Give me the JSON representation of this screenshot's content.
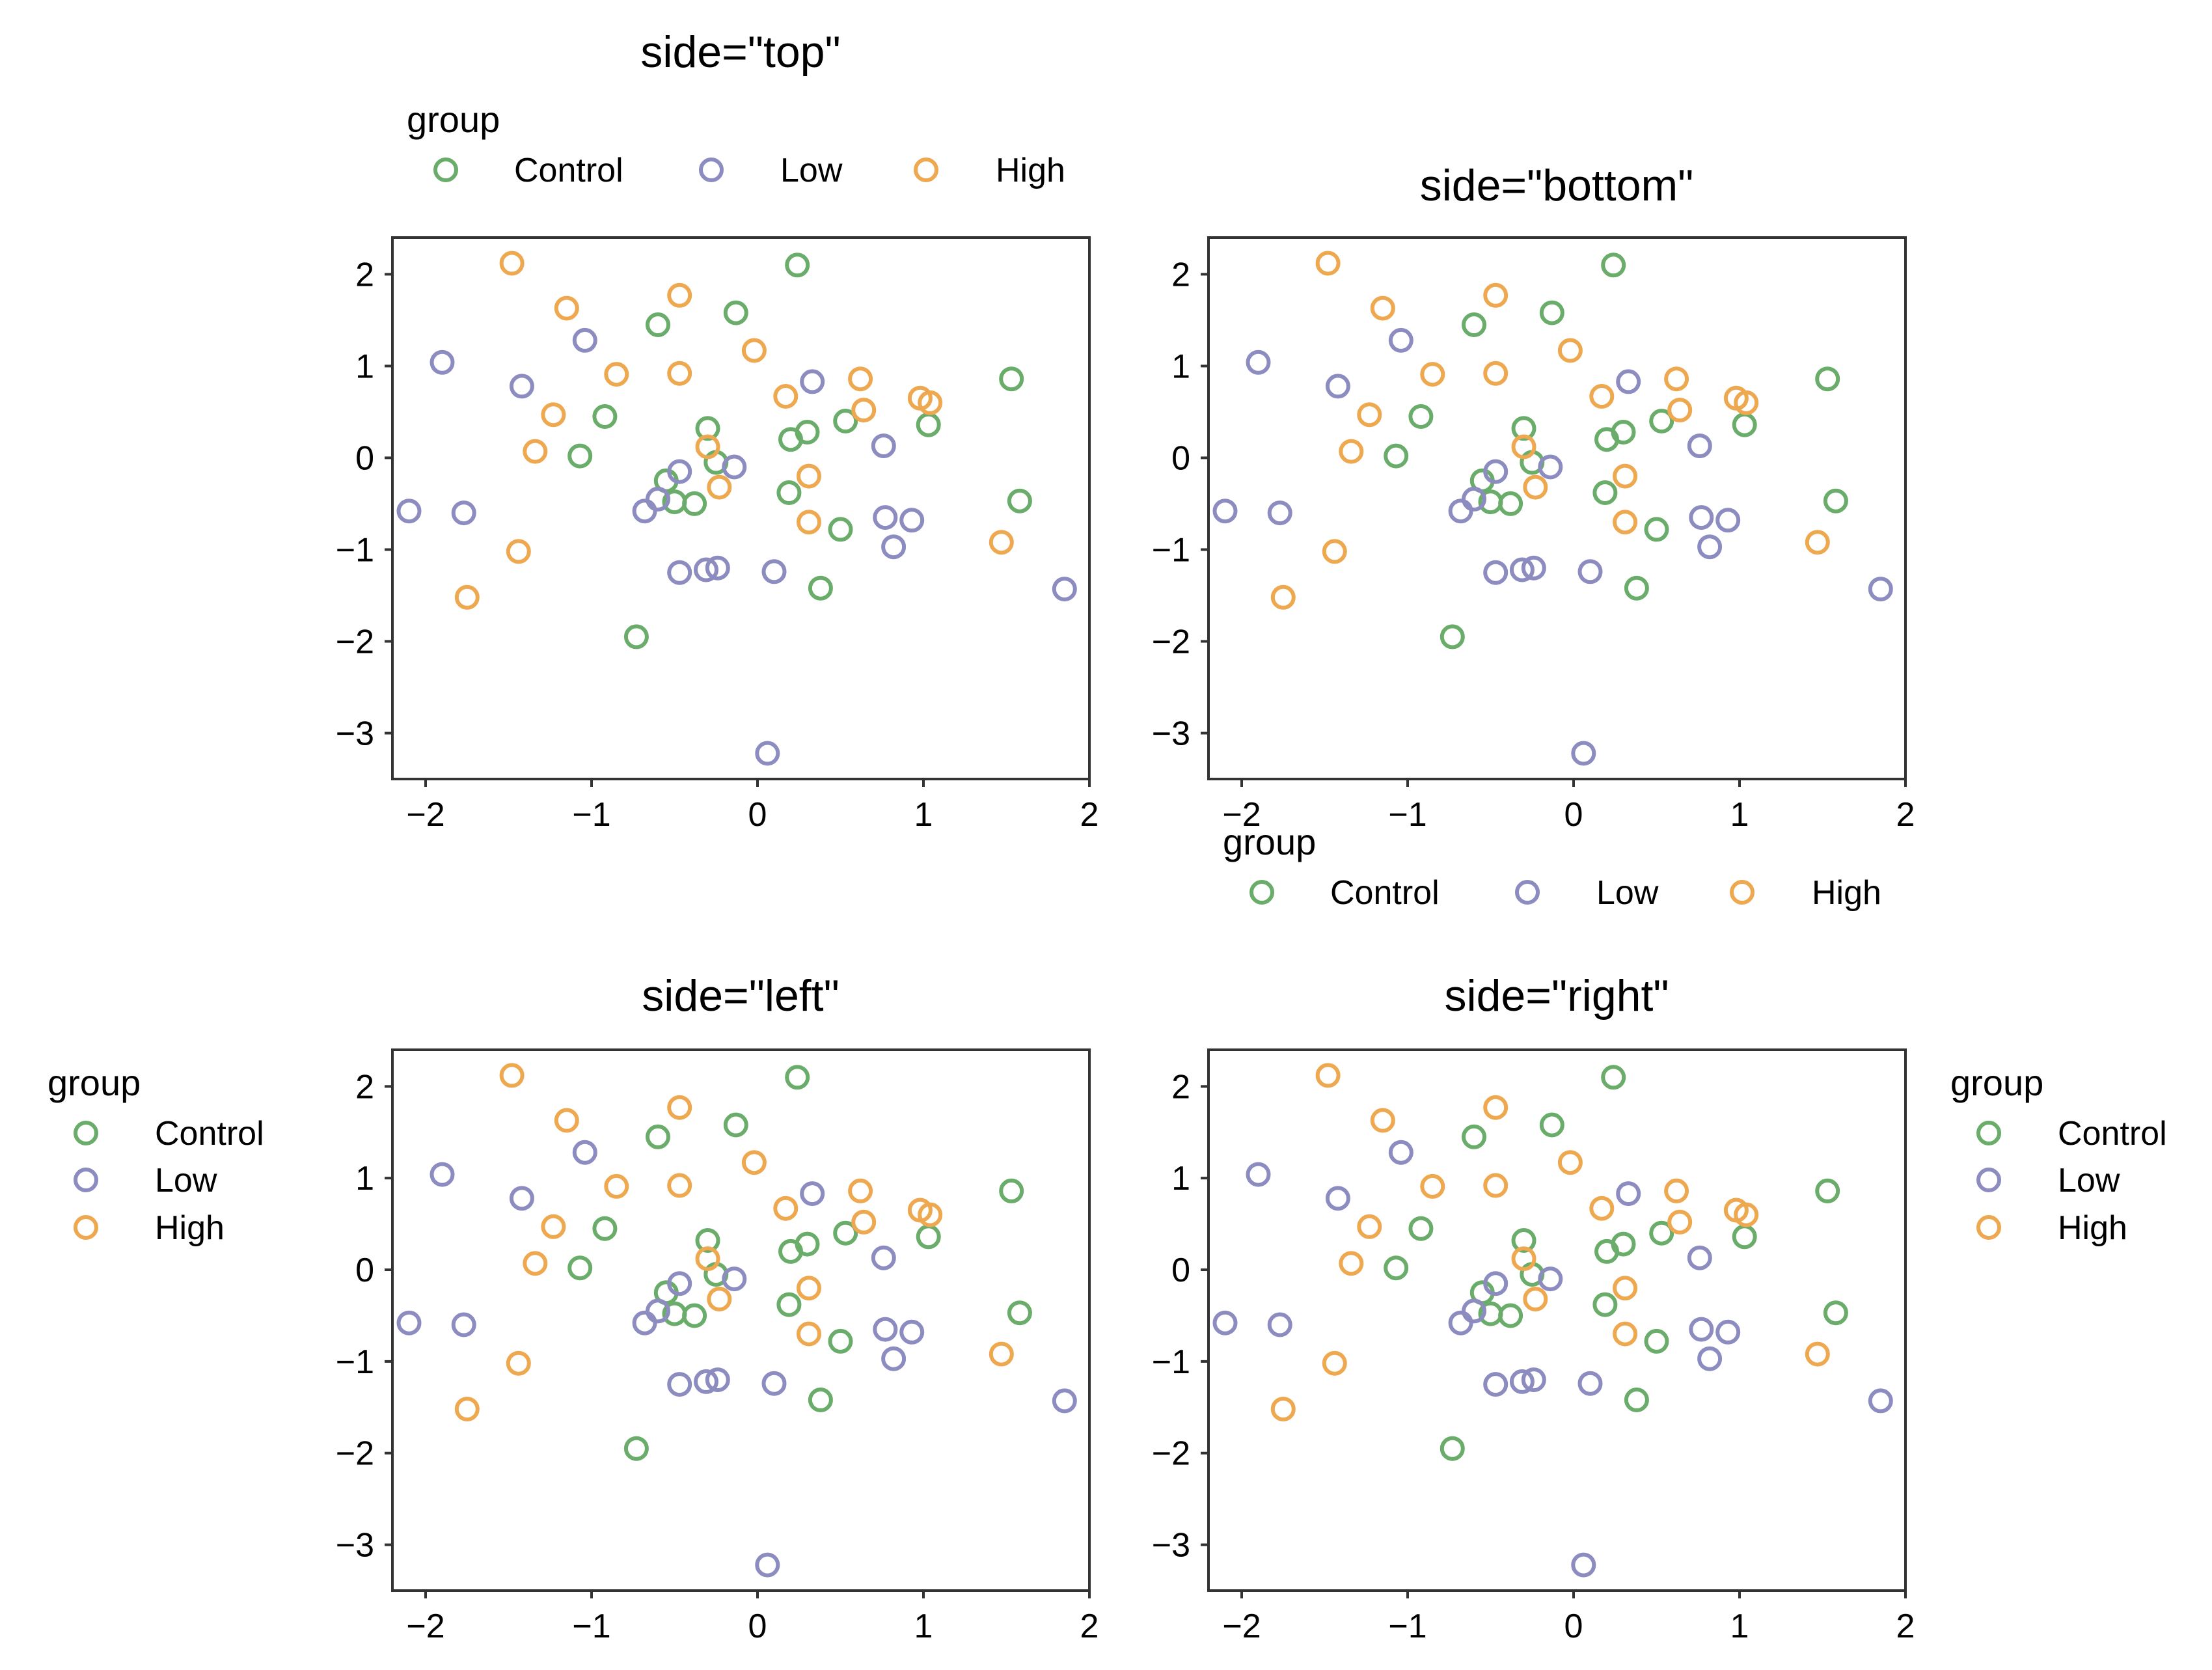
{
  "chart_data": {
    "type": "scatter",
    "xlim": [
      -2.2,
      2.0
    ],
    "ylim": [
      -3.5,
      2.4
    ],
    "xticks": [
      -2,
      -1,
      0,
      1,
      2
    ],
    "yticks": [
      -3,
      -2,
      -1,
      0,
      1,
      2
    ],
    "xtick_labels": [
      "−2",
      "−1",
      "0",
      "1",
      "2"
    ],
    "ytick_labels": [
      "−3",
      "−2",
      "−1",
      "0",
      "1",
      "2"
    ],
    "grid": false,
    "marker": "open circle",
    "legend": {
      "title": "group",
      "entries": [
        "Control",
        "Low",
        "High"
      ]
    },
    "series": [
      {
        "name": "Control",
        "color": "#6aac6a",
        "x": [
          0.24,
          -0.6,
          -0.13,
          1.53,
          -0.92,
          -0.3,
          0.2,
          0.3,
          0.53,
          1.03,
          -1.07,
          -0.25,
          -0.55,
          -0.5,
          -0.38,
          0.19,
          1.58,
          0.5,
          0.38,
          -0.73
        ],
        "y": [
          2.1,
          1.45,
          1.58,
          0.86,
          0.45,
          0.32,
          0.2,
          0.28,
          0.4,
          0.36,
          0.02,
          -0.05,
          -0.25,
          -0.48,
          -0.5,
          -0.38,
          -0.47,
          -0.78,
          -1.42,
          -1.95
        ]
      },
      {
        "name": "Low",
        "color": "#8c8cc0",
        "x": [
          -1.9,
          -1.04,
          -1.42,
          0.33,
          0.76,
          -0.47,
          -0.14,
          -0.68,
          -0.6,
          -2.1,
          -1.77,
          0.77,
          0.93,
          0.82,
          -0.47,
          -0.31,
          -0.24,
          0.1,
          1.85,
          0.06
        ],
        "y": [
          1.04,
          1.28,
          0.78,
          0.83,
          0.13,
          -0.15,
          -0.1,
          -0.58,
          -0.45,
          -0.58,
          -0.6,
          -0.65,
          -0.68,
          -0.97,
          -1.25,
          -1.22,
          -1.2,
          -1.24,
          -1.43,
          -3.22
        ]
      },
      {
        "name": "High",
        "color": "#eea84f",
        "x": [
          -1.48,
          -0.47,
          -1.15,
          -0.02,
          -0.85,
          -0.47,
          0.17,
          0.62,
          0.64,
          0.98,
          1.04,
          -1.23,
          -1.34,
          -0.3,
          0.31,
          -0.23,
          0.31,
          -1.44,
          1.47,
          -1.75
        ],
        "y": [
          2.12,
          1.77,
          1.63,
          1.17,
          0.91,
          0.92,
          0.67,
          0.86,
          0.52,
          0.65,
          0.6,
          0.47,
          0.07,
          0.12,
          -0.2,
          -0.32,
          -0.7,
          -1.02,
          -0.92,
          -1.52
        ]
      }
    ],
    "panels": [
      {
        "title": "side=\"top\"",
        "legend_side": "top"
      },
      {
        "title": "side=\"bottom\"",
        "legend_side": "bottom"
      },
      {
        "title": "side=\"left\"",
        "legend_side": "left"
      },
      {
        "title": "side=\"right\"",
        "legend_side": "right"
      }
    ]
  }
}
